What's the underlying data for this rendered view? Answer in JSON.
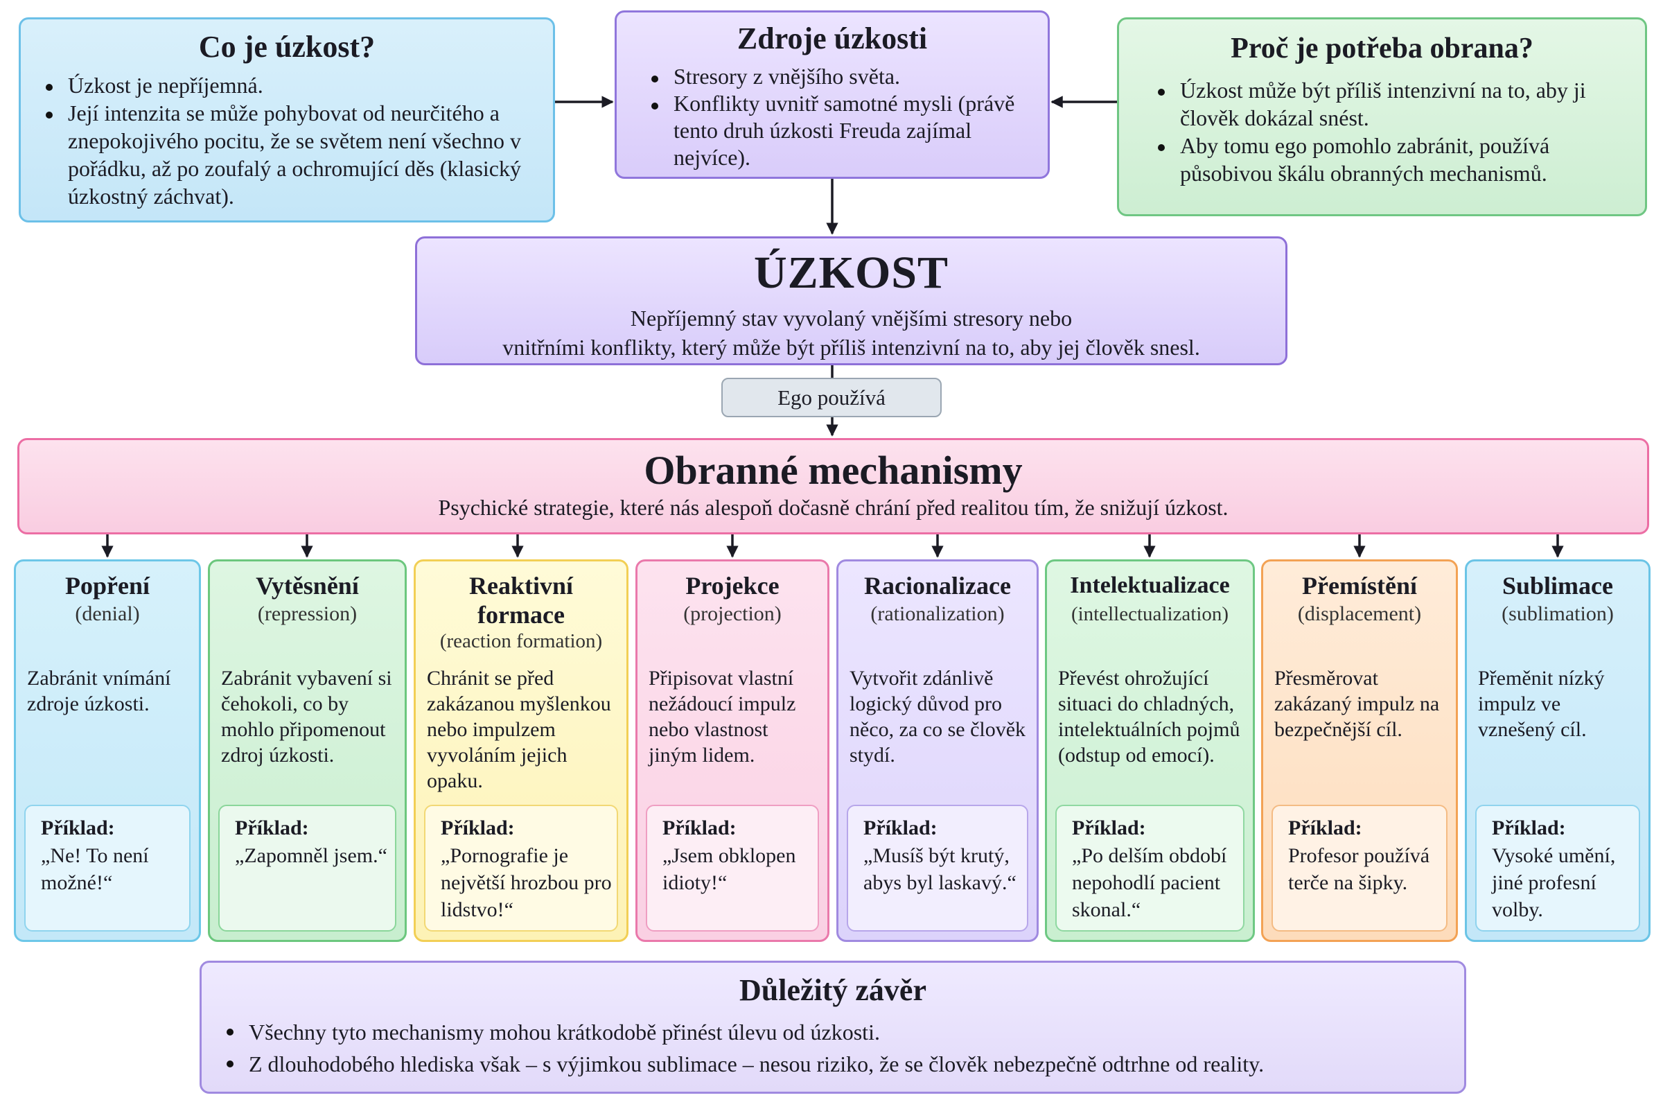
{
  "what_is_anxiety": {
    "title": "Co je úzkost?",
    "bullets": [
      "Úzkost je nepříjemná.",
      "Její intenzita se může pohybovat od neurčitého a znepokojivého pocitu, že se světem není všechno v pořádku, až po zoufalý a ochromující děs (klasický úzkostný záchvat)."
    ]
  },
  "sources": {
    "title": "Zdroje úzkosti",
    "bullets": [
      "Stresory z vnějšího světa.",
      "Konflikty uvnitř samotné mysli (právě tento druh úzkosti Freuda zajímal nejvíce)."
    ]
  },
  "why_defense": {
    "title": "Proč je potřeba obrana?",
    "bullets": [
      "Úzkost může být příliš intenzivní na to, aby ji člověk dokázal snést.",
      "Aby tomu ego pomohlo zabránit, používá působivou škálu obranných mechanismů."
    ]
  },
  "anxiety": {
    "title": "ÚZKOST",
    "text_line1": "Nepříjemný stav vyvolaný vnějšími stresory nebo",
    "text_line2": "vnitřními konflikty, který může být příliš intenzivní na to, aby jej člověk snesl."
  },
  "ego_label": "Ego používá",
  "defense": {
    "title": "Obranné mechanismy",
    "subtitle": "Psychické strategie, které nás alespoň dočasně chrání před realitou tím, že snižují úzkost."
  },
  "mechanisms": [
    {
      "name": "Popření",
      "english": "(denial)",
      "description": "Zabránit vnímání zdroje úzkosti.",
      "example_label": "Příklad:",
      "example": "„Ne! To není možné!“"
    },
    {
      "name": "Vytěsnění",
      "english": "(repression)",
      "description": "Zabránit vybavení si čehokoli, co by mohlo připomenout zdroj úzkosti.",
      "example_label": "Příklad:",
      "example": "„Zapomněl jsem.“"
    },
    {
      "name": "Reaktivní formace",
      "english": "(reaction formation)",
      "description": "Chránit se před zakázanou myšlenkou nebo impulzem vyvoláním jejich opaku.",
      "example_label": "Příklad:",
      "example": "„Pornografie je největší hrozbou pro lidstvo!“"
    },
    {
      "name": "Projekce",
      "english": "(projection)",
      "description": "Připisovat vlastní nežádoucí impulz nebo vlastnost jiným lidem.",
      "example_label": "Příklad:",
      "example": "„Jsem obklopen idioty!“"
    },
    {
      "name": "Racionalizace",
      "english": "(rationalization)",
      "description": "Vytvořit zdánlivě logický důvod pro něco, za co se člověk stydí.",
      "example_label": "Příklad:",
      "example": "„Musíš být krutý, abys byl laskavý.“"
    },
    {
      "name": "Intelektualizace",
      "english": "(intellectualization)",
      "description": "Převést ohrožující situaci do chladných, intelektuálních pojmů (odstup od emocí).",
      "example_label": "Příklad:",
      "example": "„Po delším období nepohodlí pacient skonal.“"
    },
    {
      "name": "Přemístění",
      "english": "(displacement)",
      "description": "Přesměrovat zakázaný impulz na bezpečnější cíl.",
      "example_label": "Příklad:",
      "example": "Profesor používá terče na šipky."
    },
    {
      "name": "Sublimace",
      "english": "(sublimation)",
      "description": "Přeměnit nízký impulz ve vznešený cíl.",
      "example_label": "Příklad:",
      "example": "Vysoké umění, jiné profesní volby."
    }
  ],
  "conclusion": {
    "title": "Důležitý závěr",
    "bullets": [
      "Všechny tyto mechanismy mohou krátkodobě přinést úlevu od úzkosti.",
      "Z dlouhodobého hlediska však – s výjimkou sublimace – nesou riziko, že se člověk nebezpečně odtrhne od reality."
    ]
  }
}
